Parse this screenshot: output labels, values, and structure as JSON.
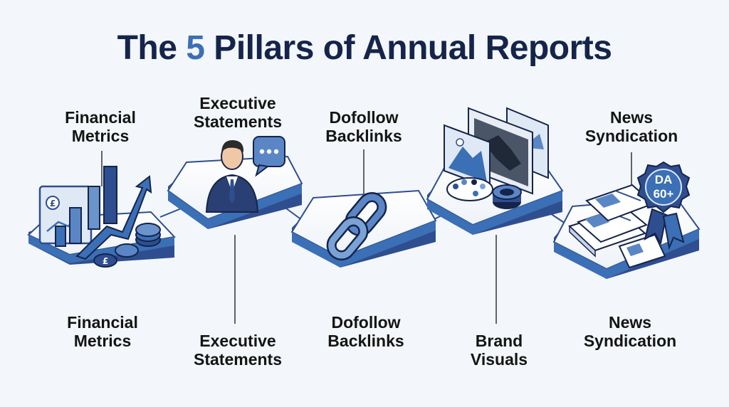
{
  "title": {
    "prefix": "The",
    "accent_number": "5",
    "suffix": "Pillars of Annual Reports"
  },
  "colors": {
    "navy": "#15244a",
    "accent_blue": "#3b6fb6",
    "platform_edge": "#2e4e8f",
    "background": "#f3f6fa"
  },
  "pillars": [
    {
      "top_label": [
        "Financial",
        "Metrics"
      ],
      "bottom_label": [
        "Financial",
        "Metrics"
      ],
      "icon": "financial-chart-icon"
    },
    {
      "top_label": [
        "Executive",
        "Statements"
      ],
      "bottom_label": [
        "Executive",
        "Statements"
      ],
      "icon": "executive-speaking-icon"
    },
    {
      "top_label": [
        "Dofollow",
        "Backlinks"
      ],
      "bottom_label": [
        "Dofollow",
        "Backlinks"
      ],
      "icon": "chain-link-icon"
    },
    {
      "top_label": [],
      "bottom_label": [
        "Brand",
        "Visuals"
      ],
      "icon": "image-gallery-icon"
    },
    {
      "top_label": [
        "News",
        "Syndication"
      ],
      "bottom_label": [
        "News",
        "Syndication"
      ],
      "icon": "newspaper-stack-icon"
    }
  ],
  "badge": {
    "line1": "DA",
    "line2": "60+"
  },
  "coin_symbol": "£"
}
